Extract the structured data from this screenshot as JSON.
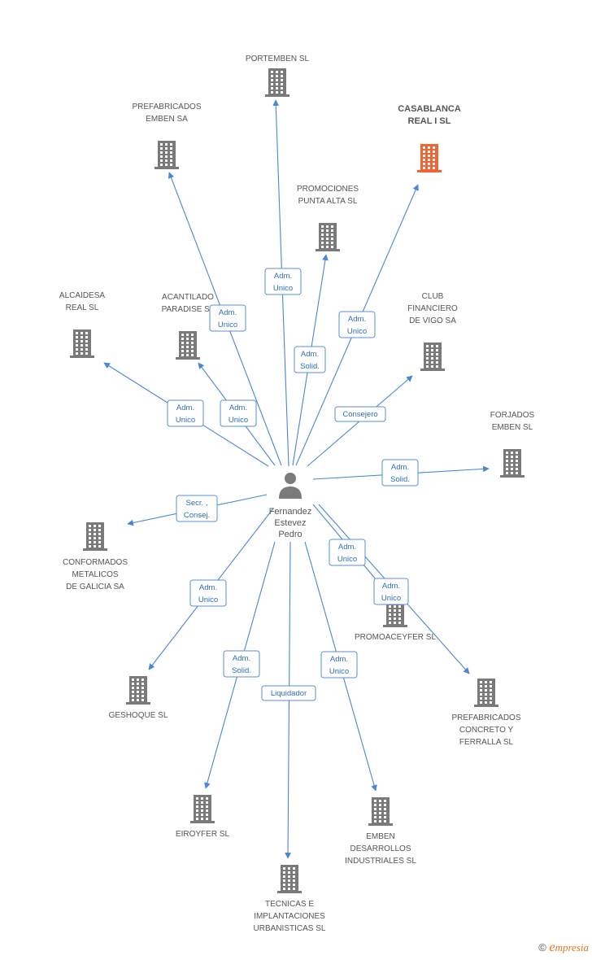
{
  "person": {
    "name_lines": [
      "Fernandez",
      "Estevez",
      "Pedro"
    ]
  },
  "colors": {
    "building": "#7a7a7a",
    "highlight": "#f26532",
    "edge": "#4a86d4"
  },
  "footer": {
    "copyright": "©",
    "brand_first": "e",
    "brand_rest": "mpresia"
  },
  "companies": [
    {
      "id": "portemben",
      "lines": [
        "PORTEMBEN SL"
      ],
      "highlight": false
    },
    {
      "id": "prefabricados-emben",
      "lines": [
        "PREFABRICADOS",
        "EMBEN SA"
      ],
      "highlight": false
    },
    {
      "id": "casablanca",
      "lines": [
        "CASABLANCA",
        "REAL I SL"
      ],
      "highlight": true
    },
    {
      "id": "promociones-punta-alta",
      "lines": [
        "PROMOCIONES",
        "PUNTA ALTA SL"
      ],
      "highlight": false
    },
    {
      "id": "alcaidesa",
      "lines": [
        "ALCAIDESA",
        "REAL SL"
      ],
      "highlight": false
    },
    {
      "id": "acantilado",
      "lines": [
        "ACANTILADO",
        "PARADISE SL"
      ],
      "highlight": false
    },
    {
      "id": "club-financiero",
      "lines": [
        "CLUB",
        "FINANCIERO",
        "DE VIGO SA"
      ],
      "highlight": false
    },
    {
      "id": "forjados-emben",
      "lines": [
        "FORJADOS",
        "EMBEN SL"
      ],
      "highlight": false
    },
    {
      "id": "conformados",
      "lines": [
        "CONFORMADOS",
        "METALICOS",
        "DE GALICIA SA"
      ],
      "highlight": false
    },
    {
      "id": "promoaceyfer",
      "lines": [
        "PROMOACEYFER SL"
      ],
      "highlight": false
    },
    {
      "id": "geshoque",
      "lines": [
        "GESHOQUE SL"
      ],
      "highlight": false
    },
    {
      "id": "prefabricados-concreto",
      "lines": [
        "PREFABRICADOS",
        "CONCRETO Y",
        "FERRALLA  SL"
      ],
      "highlight": false
    },
    {
      "id": "eiroyfer",
      "lines": [
        "EIROYFER SL"
      ],
      "highlight": false
    },
    {
      "id": "emben-desarrollos",
      "lines": [
        "EMBEN",
        "DESARROLLOS",
        "INDUSTRIALES SL"
      ],
      "highlight": false
    },
    {
      "id": "tecnicas",
      "lines": [
        "TECNICAS E",
        "IMPLANTACIONES",
        "URBANISTICAS SL"
      ],
      "highlight": false
    }
  ],
  "relations": [
    {
      "to": "portemben",
      "lines": [
        "Adm.",
        "Unico"
      ]
    },
    {
      "to": "prefabricados-emben",
      "lines": [
        "Adm.",
        "Unico"
      ]
    },
    {
      "to": "casablanca",
      "lines": [
        "Adm.",
        "Unico"
      ]
    },
    {
      "to": "promociones-punta-alta",
      "lines": [
        "Adm.",
        "Solid."
      ]
    },
    {
      "to": "alcaidesa",
      "lines": [
        "Adm.",
        "Unico"
      ]
    },
    {
      "to": "acantilado",
      "lines": [
        "Adm.",
        "Unico"
      ]
    },
    {
      "to": "club-financiero",
      "lines": [
        "Consejero"
      ]
    },
    {
      "to": "forjados-emben",
      "lines": [
        "Adm.",
        "Solid."
      ]
    },
    {
      "to": "conformados",
      "lines": [
        "Secr. ,",
        "Consej."
      ]
    },
    {
      "to": "promoaceyfer",
      "lines": [
        "Adm.",
        "Unico"
      ]
    },
    {
      "to": "geshoque",
      "lines": [
        "Adm.",
        "Unico"
      ]
    },
    {
      "to": "prefabricados-concreto",
      "lines": [
        "Adm.",
        "Unico"
      ]
    },
    {
      "to": "eiroyfer",
      "lines": [
        "Adm.",
        "Solid."
      ]
    },
    {
      "to": "emben-desarrollos",
      "lines": [
        "Adm.",
        "Unico"
      ]
    },
    {
      "to": "tecnicas",
      "lines": [
        "Liquidador"
      ]
    }
  ]
}
